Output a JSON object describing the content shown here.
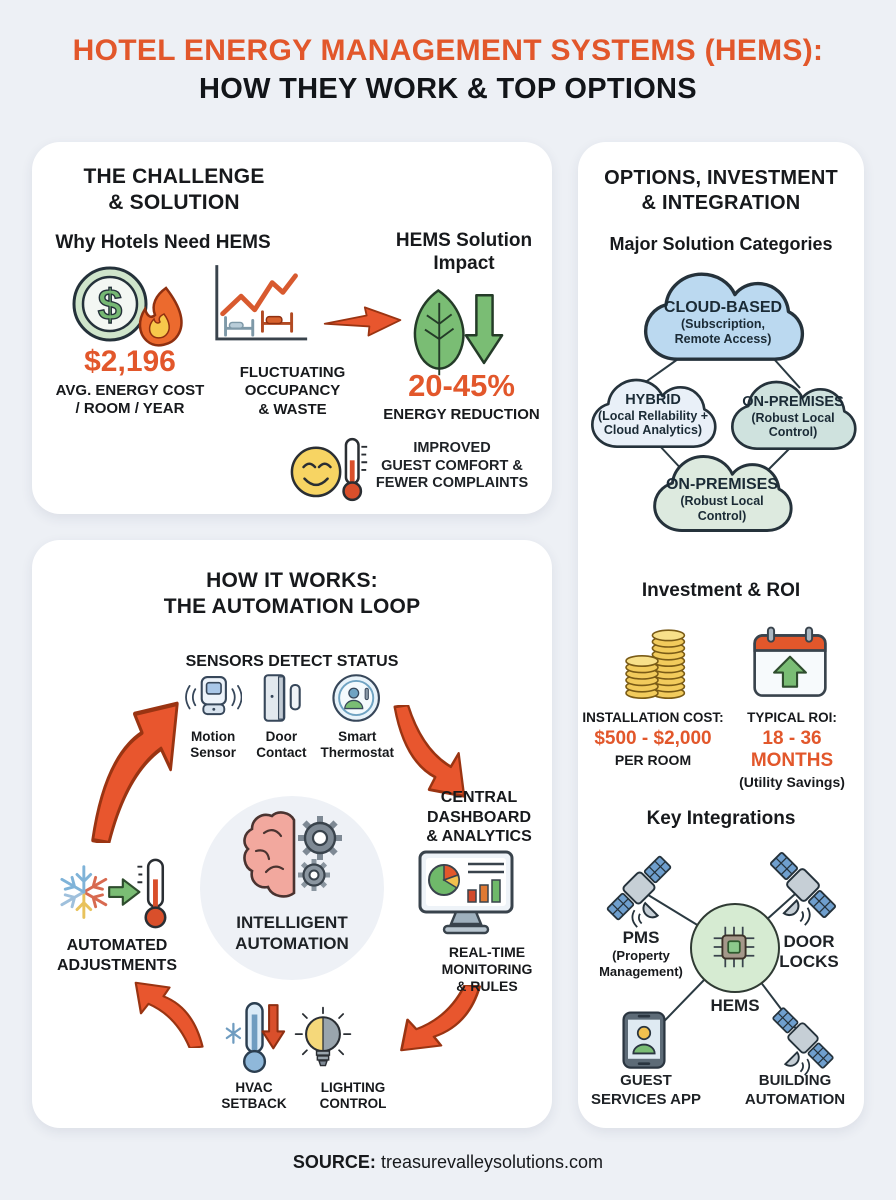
{
  "header": {
    "title_line1": "HOTEL ENERGY MANAGEMENT SYSTEMS (HEMS):",
    "title_line2": "HOW THEY WORK & TOP OPTIONS"
  },
  "challenge": {
    "heading": "THE CHALLENGE\n& SOLUTION",
    "why_title": "Why Hotels Need HEMS",
    "impact_title": "HEMS Solution\nImpact",
    "cost_value": "$2,196",
    "cost_caption": "AVG. ENERGY COST\n/ ROOM / YEAR",
    "fluctuating": "FLUCTUATING\nOCCUPANCY\n& WASTE",
    "reduction_value": "20-45%",
    "reduction_caption": "ENERGY REDUCTION",
    "comfort": "IMPROVED\nGUEST COMFORT &\nFEWER COMPLAINTS"
  },
  "loop": {
    "heading": "HOW IT WORKS:\nTHE AUTOMATION LOOP",
    "sensors_title": "SENSORS DETECT STATUS",
    "sensors": [
      {
        "label": "Motion\nSensor"
      },
      {
        "label": "Door\nContact"
      },
      {
        "label": "Smart\nThermostat"
      }
    ],
    "center_label": "INTELLIGENT\nAUTOMATION",
    "dashboard_label": "CENTRAL\nDASHBOARD\n& ANALYTICS",
    "monitoring_label": "REAL-TIME\nMONITORING\n& RULES",
    "adjustments_label": "AUTOMATED\nADJUSTMENTS",
    "hvac_label": "HVAC\nSETBACK",
    "lighting_label": "LIGHTING\nCONTROL"
  },
  "options": {
    "heading": "OPTIONS, INVESTMENT\n& INTEGRATION",
    "categories_title": "Major Solution Categories",
    "clouds": [
      {
        "name": "CLOUD-BASED",
        "detail": "(Subscription,\nRemote Access)"
      },
      {
        "name": "HYBRID",
        "detail": "(Local Rellability +\nCloud Analytics)"
      },
      {
        "name": "ON-PREMISES",
        "detail": "(Robust Local\nControl)"
      },
      {
        "name": "ON-PREMISES",
        "detail": "(Robust Local\nControl)"
      }
    ],
    "investment_title": "Investment & ROI",
    "installation_label": "INSTALLATION COST:",
    "installation_value": "$500 - $2,000",
    "installation_caption": "PER ROOM",
    "roi_label": "TYPICAL ROI:",
    "roi_value": "18 - 36 MONTHS",
    "roi_caption": "(Utility Savings)",
    "integrations_title": "Key Integrations",
    "pms_label": "PMS",
    "pms_sub": "(Property\nManagement)",
    "door_locks_label": "DOOR\nLOCKS",
    "hems_label": "HEMS",
    "guest_app_label": "GUEST\nSERVICES APP",
    "building_label": "BUILDING\nAUTOMATION"
  },
  "footer": {
    "label": "SOURCE:",
    "value": "treasurevalleysolutions.com"
  },
  "colors": {
    "accent": "#E2572B",
    "text": "#17191C",
    "page_bg": "#EDF0F5",
    "card_bg": "#FFFFFF",
    "green": "#7ABD74",
    "cloud_blue": "#BBD9F0",
    "cloud_light": "#E9F0F8",
    "cloud_teal": "#CFE2DE",
    "cloud_green": "#DDEADF"
  }
}
